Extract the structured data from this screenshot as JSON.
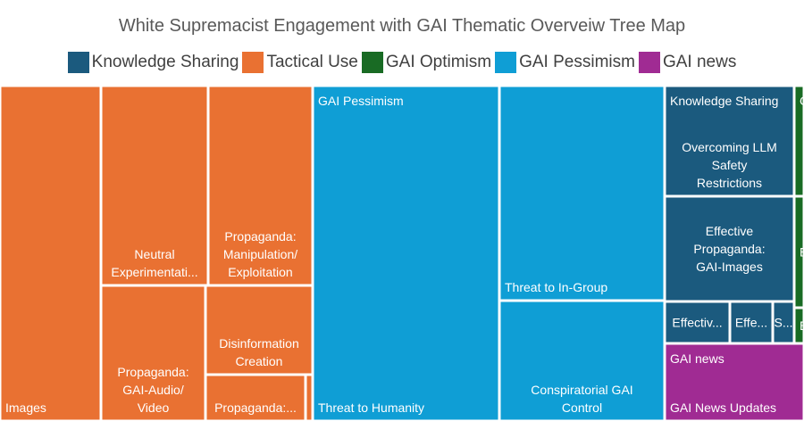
{
  "title": "White Supremacist Engagement with GAI Thematic Overveiw Tree Map",
  "legend": [
    {
      "label": "Knowledge Sharing",
      "color": "#1b5a7e"
    },
    {
      "label": "Tactical Use",
      "color": "#e97132"
    },
    {
      "label": "GAI Optimism",
      "color": "#196b24"
    },
    {
      "label": "GAI Pessimism",
      "color": "#0f9ed5"
    },
    {
      "label": "GAI news",
      "color": "#a02b93"
    }
  ],
  "chart_data": {
    "type": "treemap",
    "title": "White Supremacist Engagement with GAI Thematic Overveiw Tree Map",
    "groups": [
      {
        "name": "Tactical Use",
        "color": "#e97132",
        "items": [
          {
            "label": "Images"
          },
          {
            "label": "Neutral Experimentati..."
          },
          {
            "label": "Propaganda: Manipulation/ Exploitation"
          },
          {
            "label": "Propaganda: GAI-Audio/ Video"
          },
          {
            "label": "Disinformation Creation"
          },
          {
            "label": "Propaganda:..."
          },
          {
            "label": ""
          }
        ]
      },
      {
        "name": "GAI Pessimism",
        "color": "#0f9ed5",
        "items": [
          {
            "label": "Threat to Humanity"
          },
          {
            "label": "Threat to In-Group"
          },
          {
            "label": "Conspiratorial GAI Control"
          }
        ]
      },
      {
        "name": "Knowledge Sharing",
        "color": "#1b5a7e",
        "items": [
          {
            "label": "Overcoming LLM Safety Restrictions"
          },
          {
            "label": "Effective Propaganda: GAI-Images"
          },
          {
            "label": "Effectiv..."
          },
          {
            "label": "Effe..."
          },
          {
            "label": "S..."
          }
        ]
      },
      {
        "name": "GAI news",
        "color": "#a02b93",
        "items": [
          {
            "label": "GAI News Updates"
          }
        ]
      },
      {
        "name": "GAI Optimism",
        "color": "#196b24",
        "items": [
          {
            "label": "G"
          },
          {
            "label": "E"
          },
          {
            "label": "E"
          }
        ]
      }
    ]
  }
}
